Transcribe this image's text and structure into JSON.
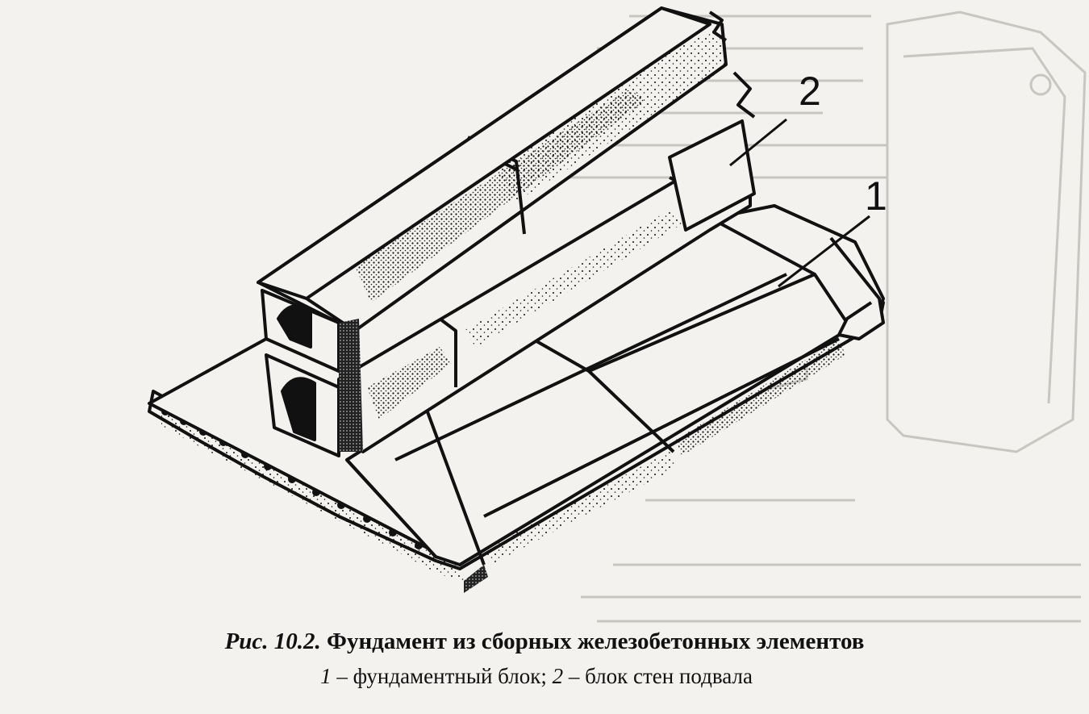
{
  "labels": {
    "callout_1": "1",
    "callout_2": "2"
  },
  "caption": {
    "figure_prefix": "Рис. 10.2.",
    "title": "Фундамент из сборных железобетонных элементов",
    "legend_num_1": "1",
    "legend_text_1": " – фундаментный блок; ",
    "legend_num_2": "2",
    "legend_text_2": " – блок стен подвала"
  },
  "colors": {
    "paper": "#f3f2ee",
    "ink": "#111111",
    "ghost": "#c8c6c0"
  }
}
